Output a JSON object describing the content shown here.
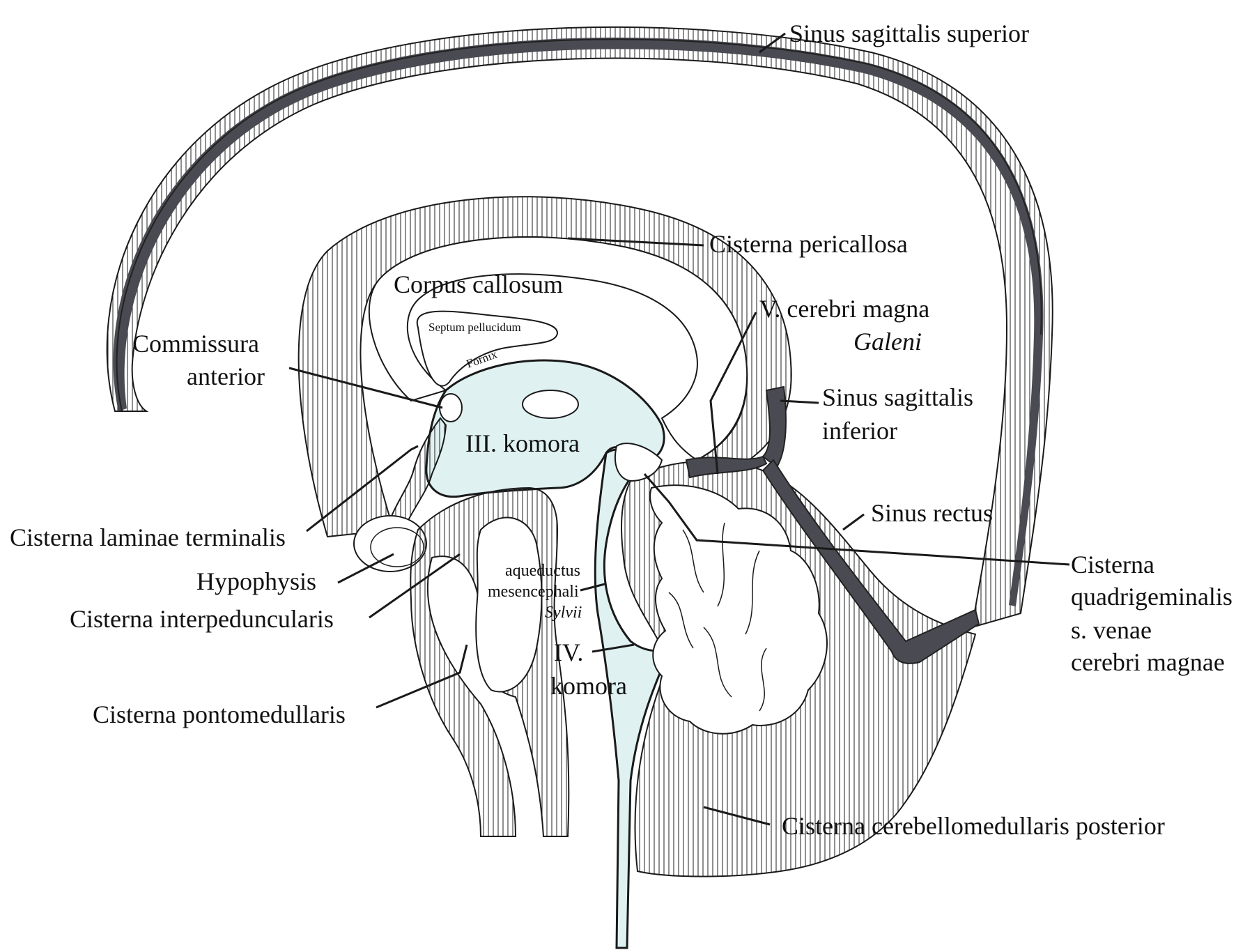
{
  "colors": {
    "background": "#ffffff",
    "ink": "#1a1a1a",
    "ventricle_fill": "#dff1f1",
    "sinus_fill": "#4a4a52",
    "hatch": "#333333"
  },
  "labels": {
    "sinus_sagittalis_superior": "Sinus sagittalis superior",
    "cisterna_pericallosa": "Cisterna pericallosa",
    "corpus_callosum": "Corpus callosum",
    "septum_pellucidum": "Septum pellucidum",
    "fornix": "Fornix",
    "commissura_anterior_1": "Commissura",
    "commissura_anterior_2": "anterior",
    "v_cerebri_magna_1": "V. cerebri magna",
    "v_cerebri_magna_2": "Galeni",
    "sinus_sagittalis_inferior_1": "Sinus sagittalis",
    "sinus_sagittalis_inferior_2": "inferior",
    "iii_komora": "III. komora",
    "sinus_rectus": "Sinus rectus",
    "cisterna_laminae_terminalis": "Cisterna laminae terminalis",
    "hypophysis": "Hypophysis",
    "cisterna_interpeduncularis": "Cisterna interpeduncularis",
    "aqueductus_1": "aqueductus",
    "aqueductus_2": "mesencephali",
    "aqueductus_3": "Sylvii",
    "cisterna_quadrigeminalis_1": "Cisterna",
    "cisterna_quadrigeminalis_2": "quadrigeminalis",
    "cisterna_quadrigeminalis_3": "s. venae",
    "cisterna_quadrigeminalis_4": "cerebri magnae",
    "iv_komora_1": "IV.",
    "iv_komora_2": "komora",
    "cisterna_pontomedullaris": "Cisterna pontomedullaris",
    "cisterna_cerebellomedullaris_posterior": "Cisterna cerebellomedullaris posterior"
  }
}
